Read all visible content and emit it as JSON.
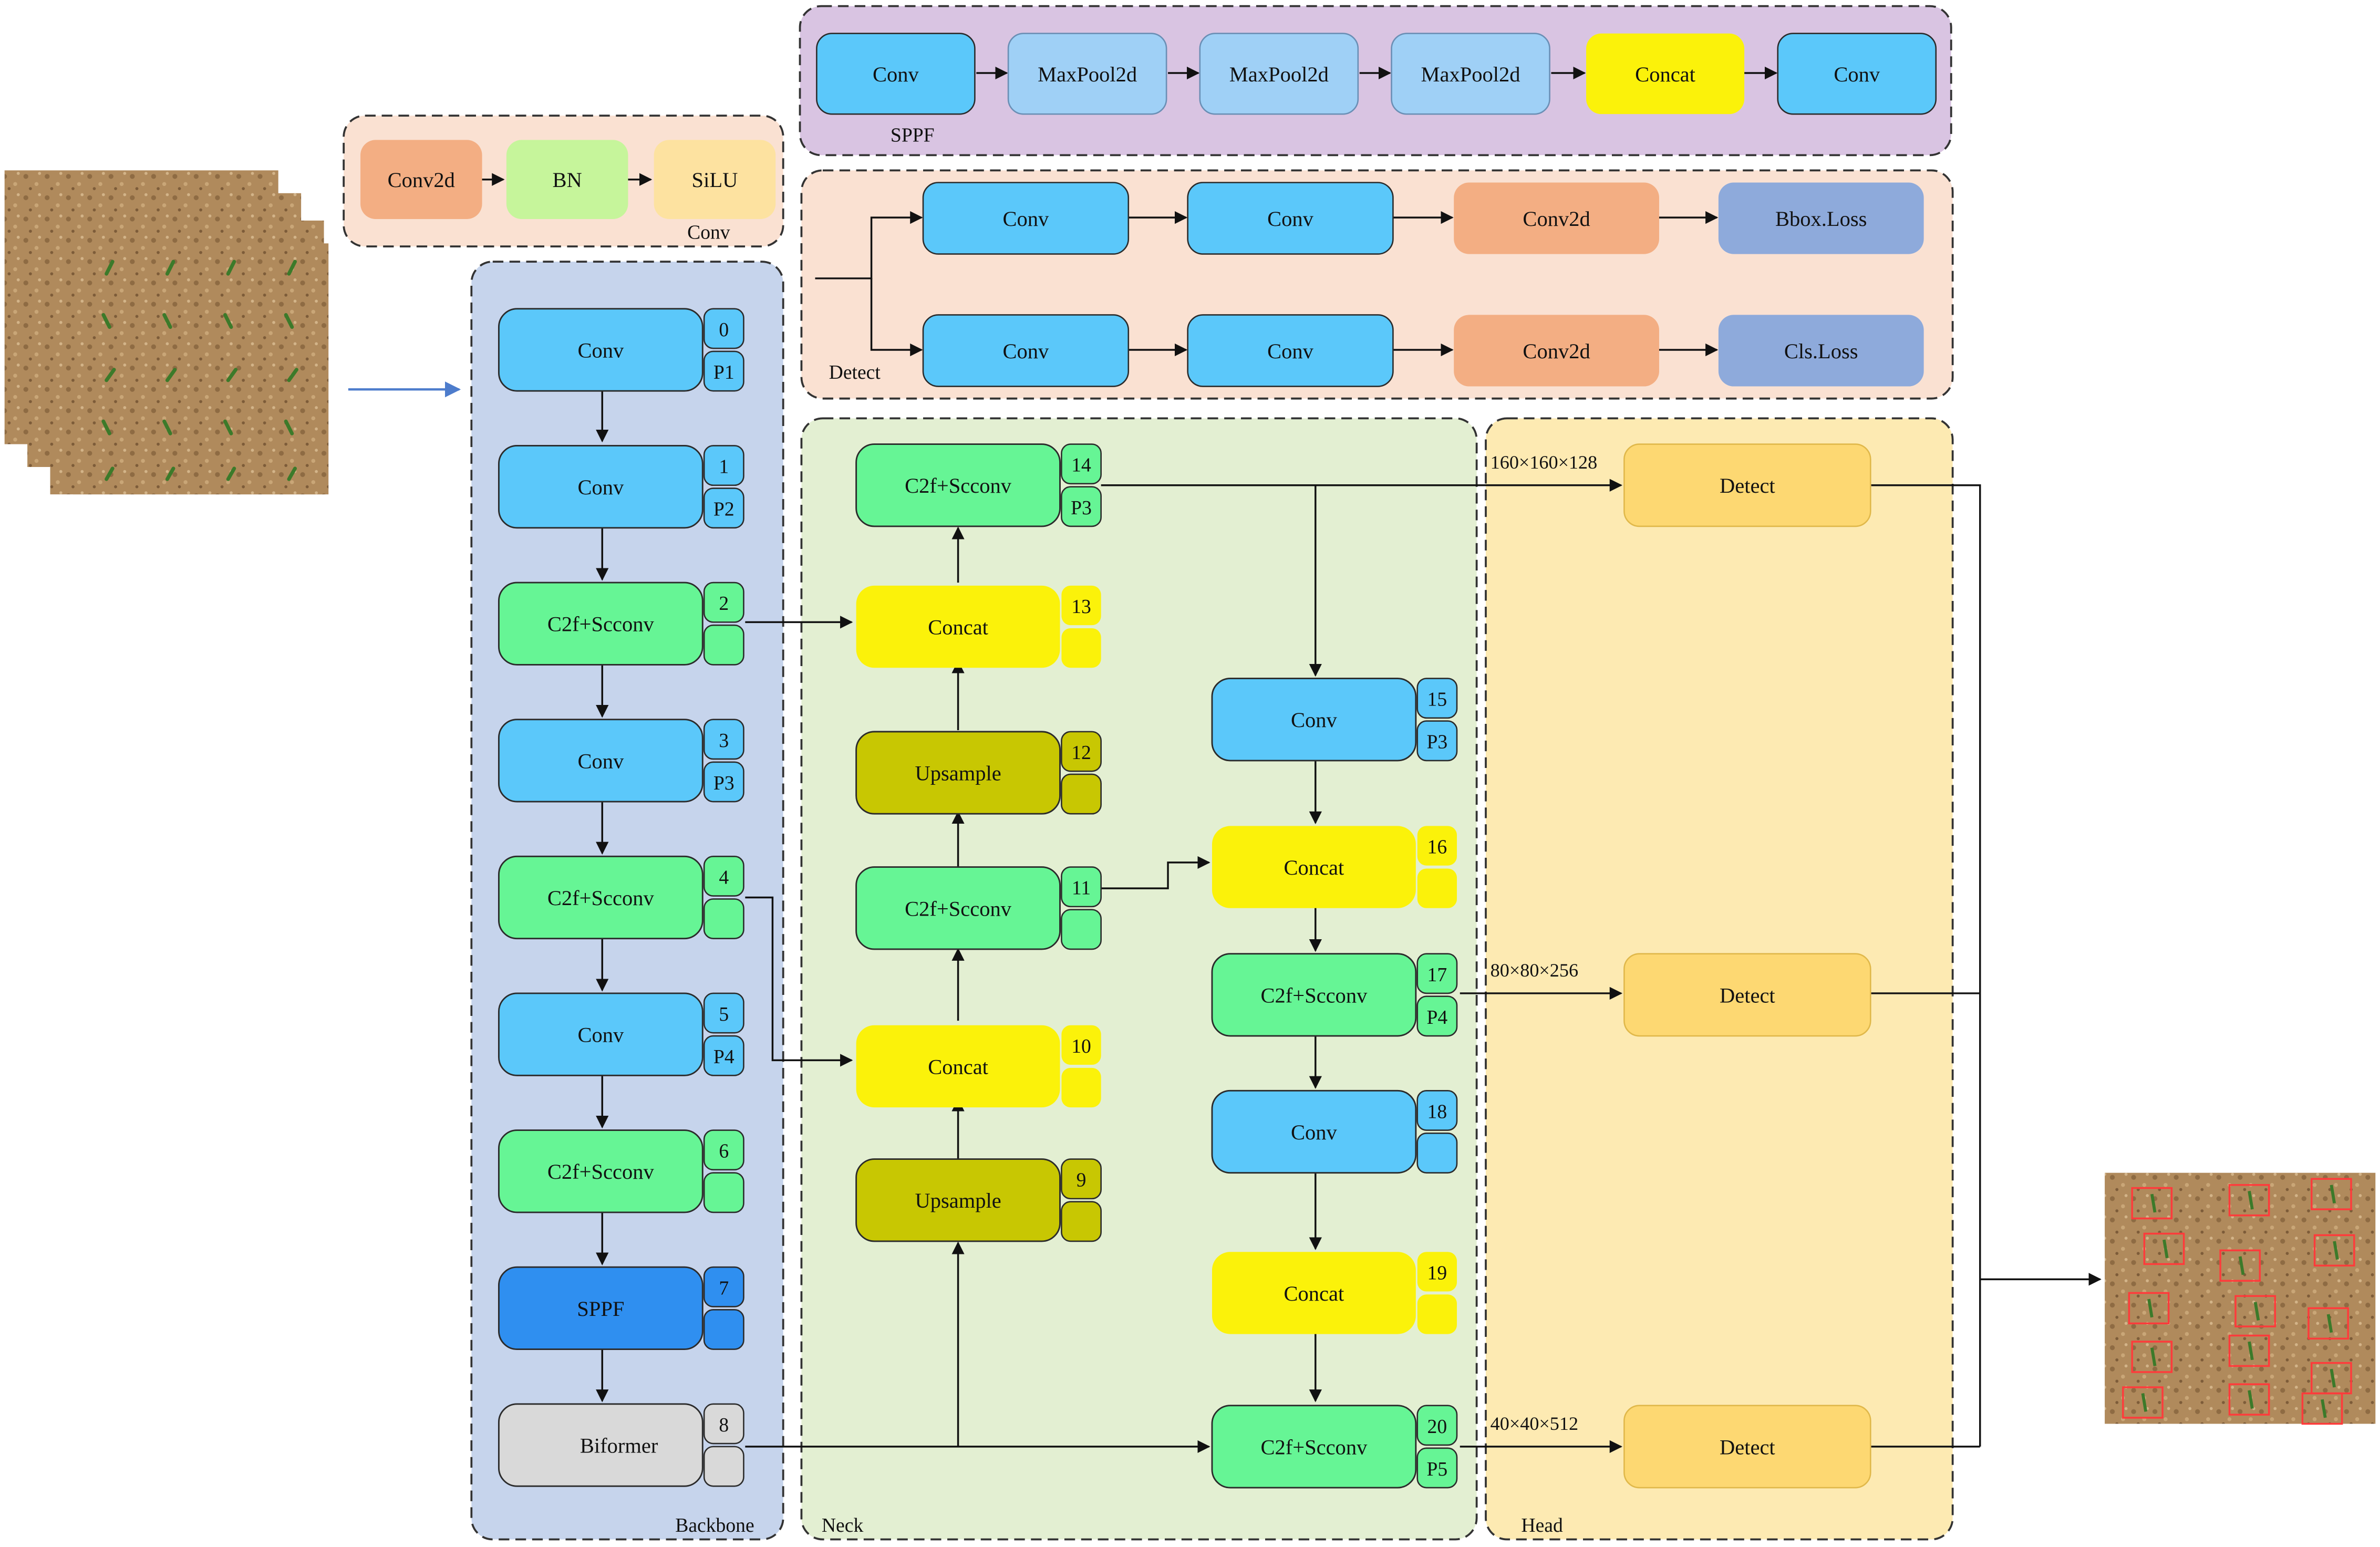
{
  "colors": {
    "conv": "#5bc8fa",
    "c2f": "#66f595",
    "concat": "#fbf20a",
    "upsample": "#c8c702",
    "sppf": "#2f8ff0",
    "biformer": "#d9d9d9",
    "maxpool": "#9fd0f6",
    "conv2d": "#f3ae83",
    "bn": "#c6f59b",
    "silu": "#fde2a0",
    "loss": "#8eaadb",
    "detect_head": "#fdd872",
    "panel_backbone": "#c6d4ec",
    "panel_neck": "#e3efd2",
    "panel_head": "#fdeab2",
    "panel_detect": "#fae1d2",
    "panel_conv": "#fae1d2",
    "panel_sppf": "#d9c4e2",
    "input_arrow": "#4d7ccc",
    "detection_box": "#ff3b3b"
  },
  "panels": {
    "conv": "Conv",
    "sppf": "SPPF",
    "detect": "Detect",
    "backbone": "Backbone",
    "neck": "Neck",
    "head": "Head"
  },
  "conv_block": [
    "Conv2d",
    "BN",
    "SiLU"
  ],
  "sppf_block": [
    "Conv",
    "MaxPool2d",
    "MaxPool2d",
    "MaxPool2d",
    "Concat",
    "Conv"
  ],
  "detect_block": {
    "row1": [
      "Conv",
      "Conv",
      "Conv2d",
      "Bbox.Loss"
    ],
    "row2": [
      "Conv",
      "Conv",
      "Conv2d",
      "Cls.Loss"
    ]
  },
  "backbone": [
    {
      "label": "Conv",
      "index": "0",
      "scale": "P1",
      "type": "conv"
    },
    {
      "label": "Conv",
      "index": "1",
      "scale": "P2",
      "type": "conv"
    },
    {
      "label": "C2f+Scconv",
      "index": "2",
      "scale": "",
      "type": "c2f"
    },
    {
      "label": "Conv",
      "index": "3",
      "scale": "P3",
      "type": "conv"
    },
    {
      "label": "C2f+Scconv",
      "index": "4",
      "scale": "",
      "type": "c2f"
    },
    {
      "label": "Conv",
      "index": "5",
      "scale": "P4",
      "type": "conv"
    },
    {
      "label": "C2f+Scconv",
      "index": "6",
      "scale": "",
      "type": "c2f"
    },
    {
      "label": "SPPF",
      "index": "7",
      "scale": "",
      "type": "sppf"
    },
    {
      "label": "Biformer",
      "index": "8",
      "scale": "",
      "type": "biformer"
    }
  ],
  "neck_left": [
    {
      "label": "C2f+Scconv",
      "index": "14",
      "scale": "P3",
      "type": "c2f"
    },
    {
      "label": "Concat",
      "index": "13",
      "scale": "",
      "type": "concat"
    },
    {
      "label": "Upsample",
      "index": "12",
      "scale": "",
      "type": "upsample"
    },
    {
      "label": "C2f+Scconv",
      "index": "11",
      "scale": "",
      "type": "c2f"
    },
    {
      "label": "Concat",
      "index": "10",
      "scale": "",
      "type": "concat"
    },
    {
      "label": "Upsample",
      "index": "9",
      "scale": "",
      "type": "upsample"
    }
  ],
  "neck_right": [
    {
      "label": "Conv",
      "index": "15",
      "scale": "P3",
      "type": "conv"
    },
    {
      "label": "Concat",
      "index": "16",
      "scale": "",
      "type": "concat"
    },
    {
      "label": "C2f+Scconv",
      "index": "17",
      "scale": "P4",
      "type": "c2f"
    },
    {
      "label": "Conv",
      "index": "18",
      "scale": "",
      "type": "conv"
    },
    {
      "label": "Concat",
      "index": "19",
      "scale": "",
      "type": "concat"
    },
    {
      "label": "C2f+Scconv",
      "index": "20",
      "scale": "P5",
      "type": "c2f"
    }
  ],
  "head": [
    {
      "label": "Detect",
      "dims": "160×160×128"
    },
    {
      "label": "Detect",
      "dims": "80×80×256"
    },
    {
      "label": "Detect",
      "dims": "40×40×512"
    }
  ]
}
